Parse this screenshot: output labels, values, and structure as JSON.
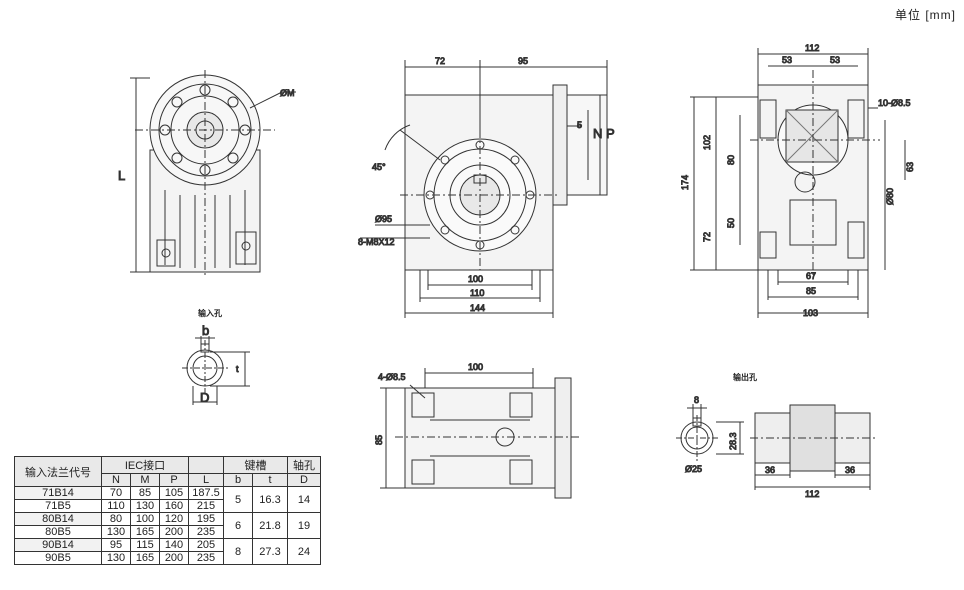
{
  "unit_label": "单位 [mm]",
  "captions": {
    "input_hole": "输入孔",
    "output_hole": "输出孔"
  },
  "front_view": {
    "dia_m": "ØM",
    "l": "L"
  },
  "middle_view": {
    "d72": "72",
    "d95": "95",
    "d5": "5",
    "n": "N",
    "p": "P",
    "angle": "45°",
    "phi95": "Ø95",
    "holes": "8-M8X12",
    "d100": "100",
    "d110": "110",
    "d144": "144"
  },
  "side_view": {
    "d112": "112",
    "d53a": "53",
    "d53b": "53",
    "holes": "10-Ø8.5",
    "d102": "102",
    "d80": "80",
    "d174": "174",
    "d50": "50",
    "d72": "72",
    "d63": "63",
    "phi80": "Ø80",
    "d67": "67",
    "d85": "85",
    "d103": "103"
  },
  "bottom_view": {
    "holes": "4-Ø8.5",
    "d100": "100",
    "d85": "85"
  },
  "input_hole": {
    "b": "b",
    "t": "t",
    "d": "D"
  },
  "output_hole": {
    "d8": "8",
    "d28": "28.3",
    "phi25": "Ø25",
    "d36a": "36",
    "d36b": "36",
    "d112": "112"
  },
  "table": {
    "col_code": "输入法兰代号",
    "col_iec": "IEC接口",
    "col_key": "键槽",
    "col_shaft": "轴孔",
    "sub": [
      "N",
      "M",
      "P",
      "L",
      "b",
      "t",
      "D"
    ],
    "rows": [
      {
        "name": "71B14",
        "n": "70",
        "m": "85",
        "p": "105",
        "l": "187.5"
      },
      {
        "name": "71B5",
        "n": "110",
        "m": "130",
        "p": "160",
        "l": "215"
      },
      {
        "name": "80B14",
        "n": "80",
        "m": "100",
        "p": "120",
        "l": "195"
      },
      {
        "name": "80B5",
        "n": "130",
        "m": "165",
        "p": "200",
        "l": "235"
      },
      {
        "name": "90B14",
        "n": "95",
        "m": "115",
        "p": "140",
        "l": "205"
      },
      {
        "name": "90B5",
        "n": "130",
        "m": "165",
        "p": "200",
        "l": "235"
      }
    ],
    "groups": [
      {
        "b": "5",
        "t": "16.3",
        "d": "14"
      },
      {
        "b": "6",
        "t": "21.8",
        "d": "19"
      },
      {
        "b": "8",
        "t": "27.3",
        "d": "24"
      }
    ]
  }
}
